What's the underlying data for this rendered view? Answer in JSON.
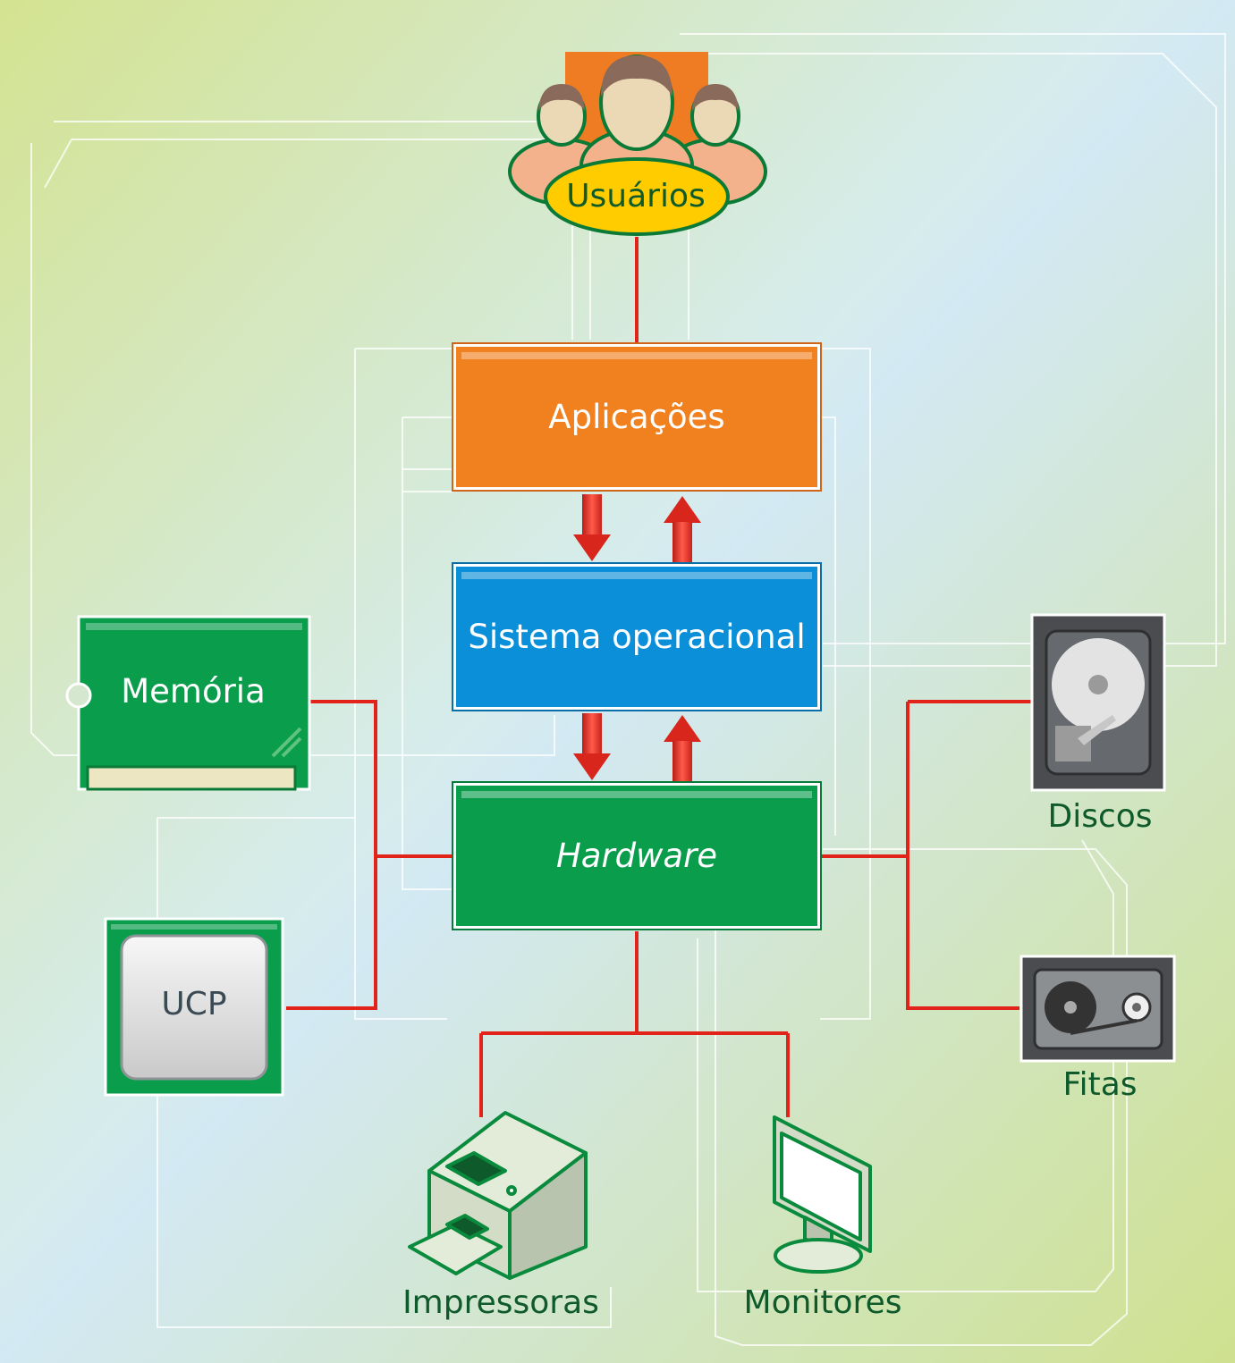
{
  "diagram": {
    "users_label": "Usuários",
    "layers": {
      "applications": "Aplicações",
      "operating_system": "Sistema operacional",
      "hardware": "Hardware"
    },
    "components": {
      "memory": "Memória",
      "cpu": "UCP",
      "disks": "Discos",
      "tapes": "Fitas",
      "printers": "Impressoras",
      "monitors": "Monitores"
    }
  },
  "colors": {
    "applications": "#f1801f",
    "operating_system": "#0a8fd8",
    "hardware": "#0a9d4c",
    "connector": "#e2231a",
    "label_text": "#0e5a2a"
  },
  "icons": [
    "users-icon",
    "memory-module-icon",
    "cpu-chip-icon",
    "hard-disk-icon",
    "tape-drive-icon",
    "printer-icon",
    "monitor-icon"
  ]
}
